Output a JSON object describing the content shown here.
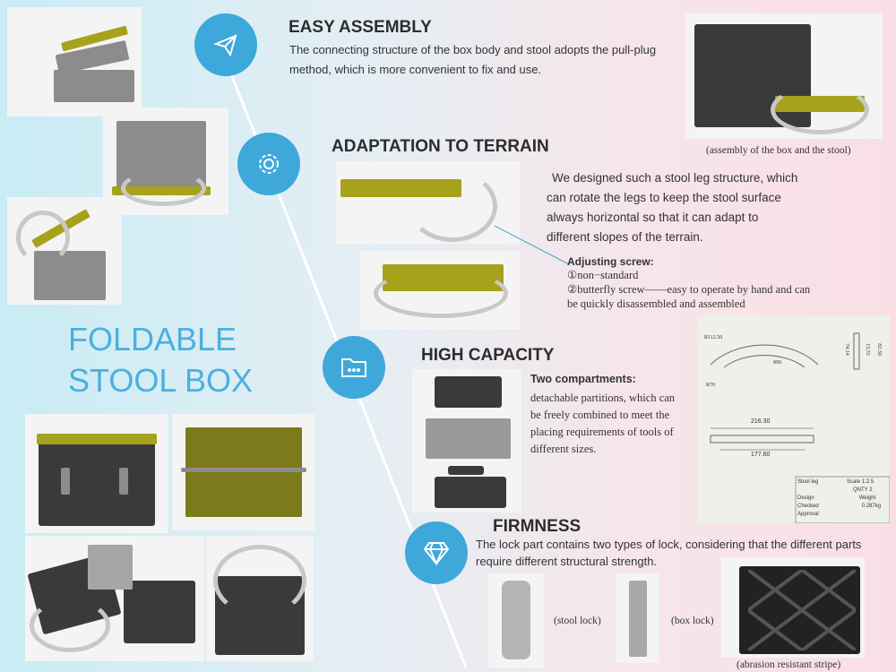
{
  "title": {
    "line1": "FOLDABLE",
    "line2": "STOOL BOX"
  },
  "sections": [
    {
      "icon": "paper-plane-icon",
      "heading": "EASY ASSEMBLY",
      "body": "The connecting structure of the box body and stool adopts the pull-plug method, which is more convenient to fix and use.",
      "caption": "(assembly of the box and the stool)"
    },
    {
      "icon": "gear-icon",
      "heading": "ADAPTATION TO TERRAIN",
      "body": "We designed such a stool leg structure, which can rotate the legs to keep the stool surface always horizontal so that it can adapt to different slopes of the terrain.",
      "note_title": "Adjusting screw:",
      "note_line1": "①non−standard",
      "note_line2": "②butterfly screw——easy to operate by hand and can be quickly disassembled and assembled"
    },
    {
      "icon": "folder-icon",
      "heading": "HIGH CAPACITY",
      "sub_title": "Two compartments:",
      "body": "detachable partitions, which can be freely combined to meet the placing requirements of tools of different sizes."
    },
    {
      "icon": "diamond-icon",
      "heading": "FIRMNESS",
      "body": "The lock part contains two types of lock, considering that the different parts require different structural strength.",
      "captions": [
        "(stool lock)",
        "(box lock)",
        "(abrasion resistant stripe)"
      ]
    }
  ],
  "drawing": {
    "dims": [
      "216.30",
      "177.60",
      "74.14",
      "13.55",
      "82.30",
      "R112.50",
      "R70",
      "890"
    ],
    "table": {
      "name": "Stool leg",
      "scale_label": "Scale",
      "scale": "1:2.5",
      "qnty_label": "QNTY",
      "qnty": "2",
      "weight_label": "Weight",
      "weight": "0.287kg",
      "rows": [
        "Design",
        "Checked",
        "Approval"
      ]
    }
  },
  "colors": {
    "accent": "#3fa8da",
    "title": "#4bb0de",
    "yellow": "#a6a21c"
  }
}
